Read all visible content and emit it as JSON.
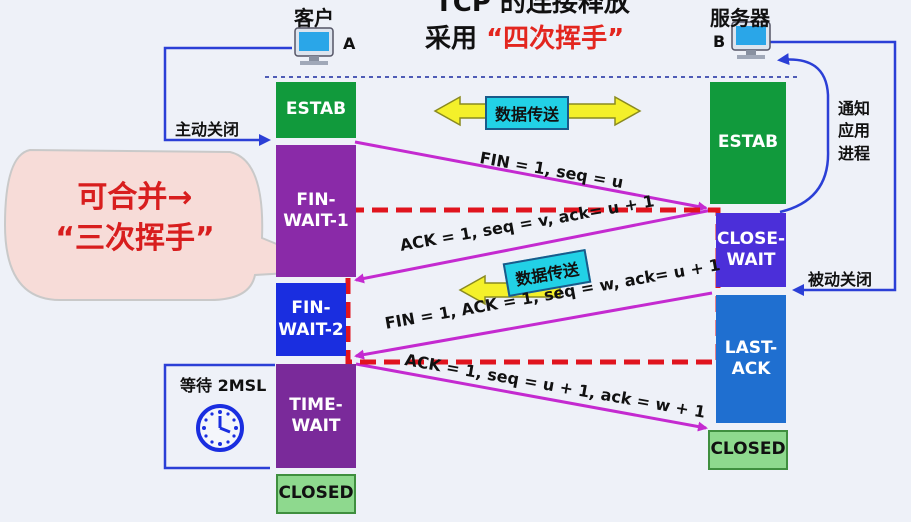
{
  "title": {
    "line1": "TCP 的连接释放",
    "line2_prefix": "采用",
    "line2_highlight": "“四次挥手”"
  },
  "hosts": {
    "client": {
      "name": "客户",
      "letter": "A"
    },
    "server": {
      "name": "服务器",
      "letter": "B"
    }
  },
  "client_states": [
    {
      "label": "ESTAB",
      "color": "#119a3c"
    },
    {
      "label": "FIN-\nWAIT-1",
      "color": "#8a2aa8"
    },
    {
      "label": "FIN-\nWAIT-2",
      "color": "#1a2ee0"
    },
    {
      "label": "TIME-\nWAIT",
      "color": "#7a2a9a"
    },
    {
      "label": "CLOSED",
      "color": "#8ed98e"
    }
  ],
  "server_states": [
    {
      "label": "ESTAB",
      "color": "#119a3c"
    },
    {
      "label": "CLOSE-\nWAIT",
      "color": "#4b2fd9"
    },
    {
      "label": "LAST-\nACK",
      "color": "#1f6fd0"
    },
    {
      "label": "CLOSED",
      "color": "#8ed98e"
    }
  ],
  "labels": {
    "active_close": "主动关闭",
    "notify_app": "通知\n应用\n进程",
    "passive_close": "被动关闭",
    "wait_2msl": "等待 2MSL"
  },
  "data_transfer": "数据传送",
  "messages": {
    "fin1": "FIN = 1, seq = u",
    "ack1": "ACK = 1, seq = v, ack= u + 1",
    "fin2": "FIN = 1, ACK = 1, seq = w, ack= u + 1",
    "ack2": "ACK = 1, seq = u + 1, ack = w + 1"
  },
  "callout": "可合并→\n“三次挥手”",
  "colors": {
    "message_arrow": "#c42ad0",
    "dashed_box": "#e0141e",
    "data_arrow": "#f4f02a",
    "loop_line": "#2b3fd6"
  }
}
